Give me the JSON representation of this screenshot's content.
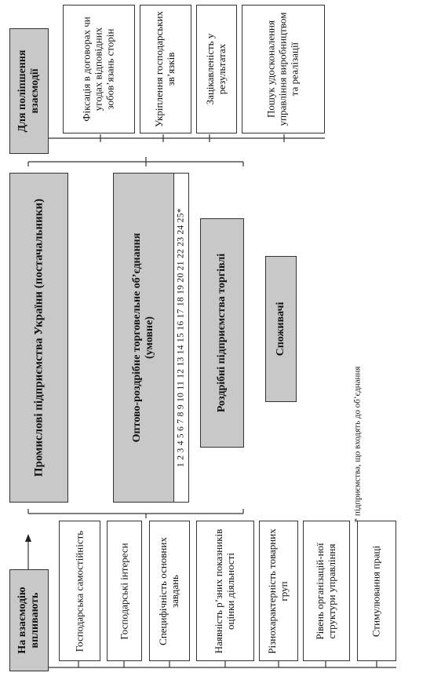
{
  "improvement": {
    "title": "Для поліпшення взаємодії",
    "factors": [
      "Фіксація в договорах чи угодах відповідних зобов’язань сторін",
      "Укріплення господарських зв’язків",
      "Зацікавленість у результатах",
      "Пошук удосконалення управління виробництвом та реалізації"
    ]
  },
  "chain": {
    "industrial": "Промислові підприємства України (постачальники)",
    "wholesale": "Оптово-роздрібне торговельне об’єднання (умовне)",
    "enterprise_numbers": "1 2 3 4 5 6 7 8 9 10 11 12 13 14 15 16 17 18 19 20 21 22 23 24 25*",
    "retail": "Роздрібні підприємства торгівлі",
    "consumers": "Споживачі"
  },
  "influence": {
    "title": "На взаємодію впливають",
    "factors": [
      "Господарська самостійність",
      "Господарські інтереси",
      "Специфічність основних завдань",
      "Наявність р’зних показників оцінки діяльності",
      "Різнохарактерність товарних груп",
      "Рівень організацій-ної структури управління",
      "Стимулювання праці"
    ]
  },
  "footnote": "* підприємства, що входять до об’єднання"
}
